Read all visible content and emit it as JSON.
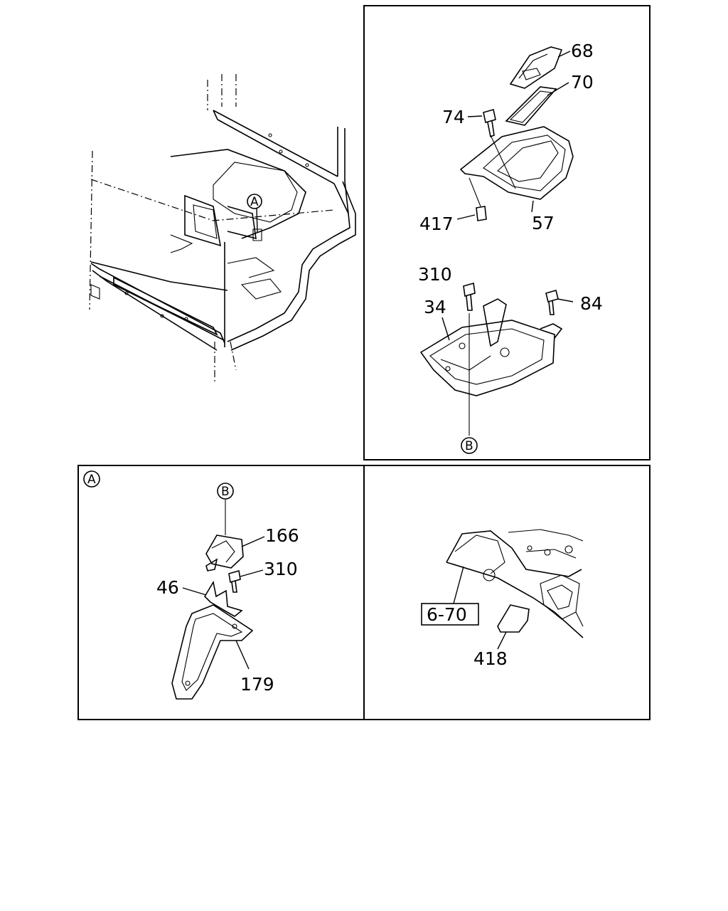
{
  "overview": {
    "callout_a": "A"
  },
  "panel_top_right": {
    "labels": {
      "p68": "68",
      "p70": "70",
      "p74": "74",
      "p417": "417",
      "p57": "57",
      "p310": "310",
      "p34": "34",
      "p84": "84"
    },
    "callout_b": "B"
  },
  "panel_detail_a": {
    "corner_callout": "A",
    "callout_b": "B",
    "labels": {
      "p166": "166",
      "p310": "310",
      "p46": "46",
      "p179": "179"
    }
  },
  "panel_bottom_right": {
    "reference_box": "6-70",
    "labels": {
      "p418": "418"
    }
  }
}
